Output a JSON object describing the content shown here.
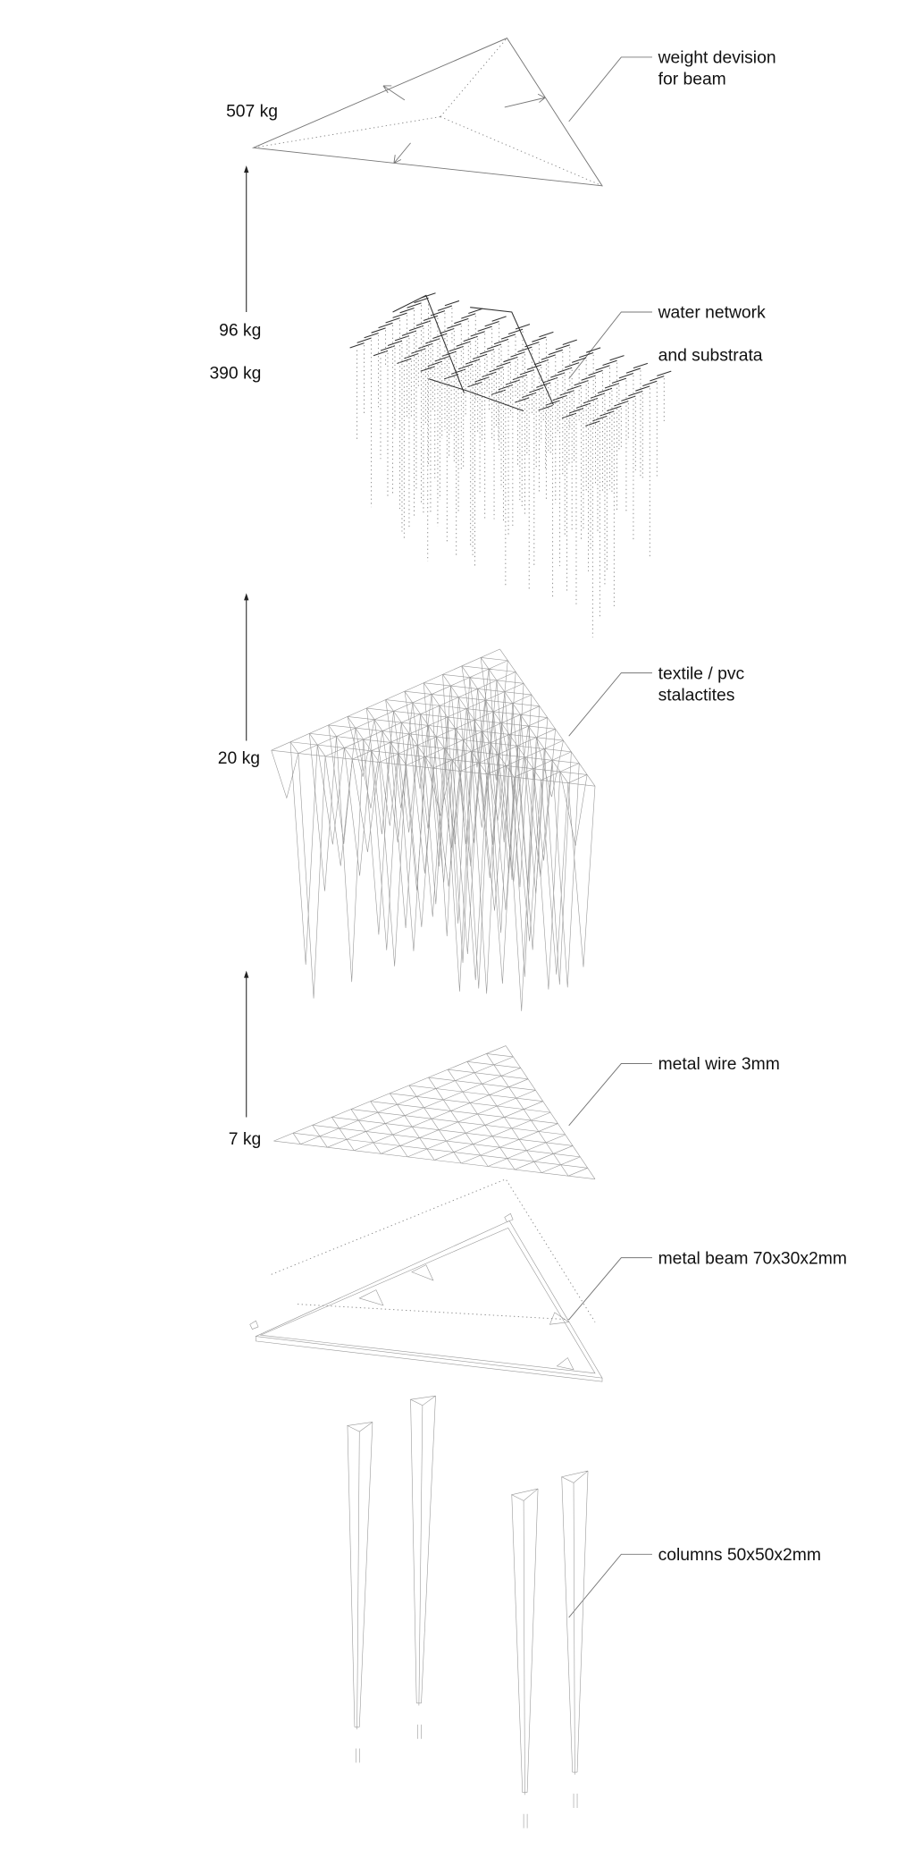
{
  "layers": [
    {
      "id": "beam-load",
      "label_lines": [
        "weight devision",
        "for beam"
      ],
      "weight": "507 kg"
    },
    {
      "id": "water",
      "label_lines": [
        "water network",
        "and substrata"
      ],
      "weights": [
        "96 kg",
        "390 kg"
      ]
    },
    {
      "id": "textile",
      "label_lines": [
        "textile / pvc",
        "stalactites"
      ],
      "weight": "20 kg"
    },
    {
      "id": "wire",
      "label_lines": [
        "metal wire 3mm"
      ],
      "weight": "7 kg"
    },
    {
      "id": "beam",
      "label_lines": [
        "metal beam 70x30x2mm"
      ]
    },
    {
      "id": "columns",
      "label_lines": [
        "columns 50x50x2mm"
      ]
    }
  ],
  "colors": {
    "line": "#777777",
    "text": "#111111",
    "background": "#ffffff"
  }
}
